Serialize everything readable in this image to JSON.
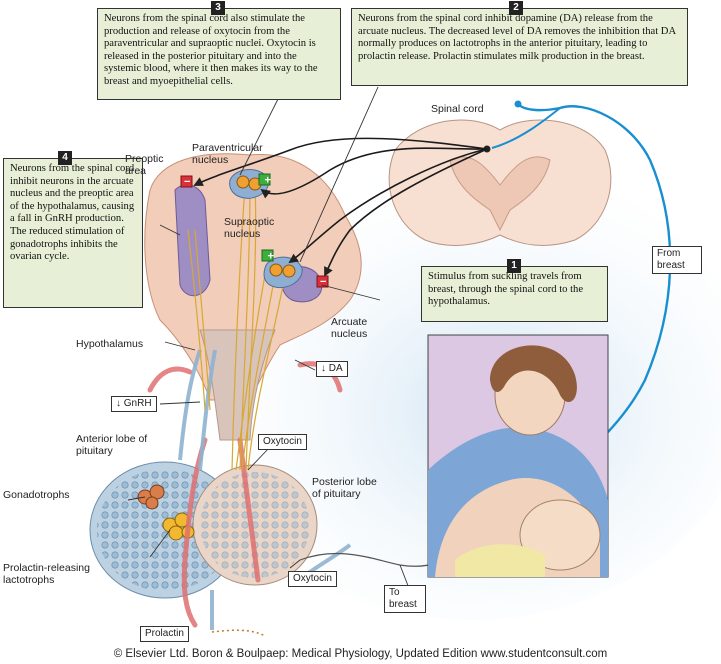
{
  "callouts": [
    {
      "num": "3",
      "text": "Neurons from the spinal cord also stimulate the production and release of oxytocin from the paraventricular and supraoptic nuclei. Oxytocin is released in the posterior pituitary and into the systemic blood, where it then makes its way to the breast and myoepithelial cells."
    },
    {
      "num": "2",
      "text": "Neurons from the spinal cord inhibit dopamine (DA) release from the arcuate nucleus. The decreased level of DA removes the inhibition that DA normally produces on lactotrophs in the anterior pituitary, leading to prolactin release. Prolactin stimulates milk production in the breast."
    },
    {
      "num": "4",
      "text": "Neurons from the spinal cord inhibit neurons in the arcuate nucleus and the preoptic area of the hypothalamus, causing a fall in GnRH production. The reduced stimulation of gonadotrophs inhibits the ovarian cycle."
    },
    {
      "num": "1",
      "text": "Stimulus from suckling travels from breast, through the spinal cord to the hypothalamus."
    }
  ],
  "labels": {
    "spinal_cord": "Spinal cord",
    "preoptic_area": "Preoptic area",
    "paraventricular": "Paraventricular nucleus",
    "supraoptic": "Supraoptic nucleus",
    "arcuate": "Arcuate nucleus",
    "hypothalamus": "Hypothalamus",
    "da": "↓ DA",
    "gnrh": "↓ GnRH",
    "oxytocin_top": "Oxytocin",
    "anterior_lobe": "Anterior lobe of pituitary",
    "posterior_lobe": "Posterior lobe of pituitary",
    "gonadotrophs": "Gonadotrophs",
    "prolactin_lactotrophs": "Prolactin-releasing lactotrophs",
    "oxytocin_bottom": "Oxytocin",
    "prolactin": "Prolactin",
    "from_breast": "From breast",
    "to_breast": "To breast"
  },
  "signs": {
    "plus": "+",
    "minus": "−"
  },
  "credit": "© Elsevier Ltd. Boron & Boulpaep: Medical Physiology, Updated Edition    www.studentconsult.com",
  "colors": {
    "callout_bg": "#e7f0d6",
    "nerve_blue": "#1a8fd0",
    "brain_pink": "#f0c7b5",
    "pituitary_blue": "#b9cfe0",
    "vessel_red": "#e07070",
    "nucleus_orange": "#f0a030",
    "plus_green": "#3fae3f",
    "minus_red": "#d9303a"
  }
}
